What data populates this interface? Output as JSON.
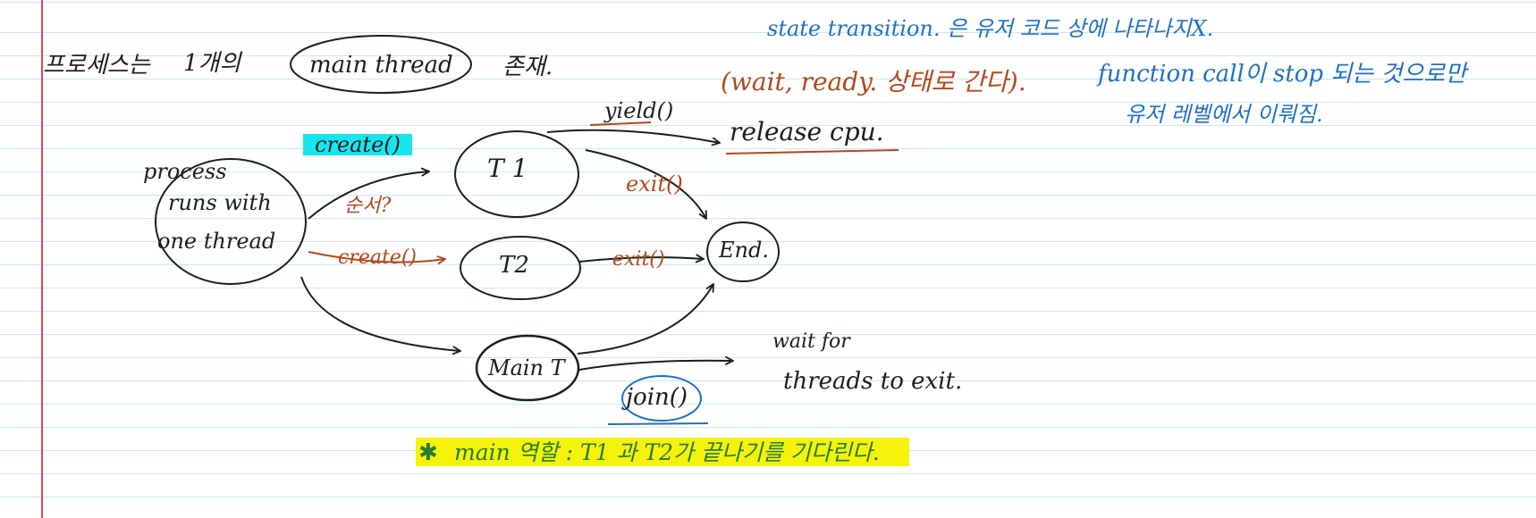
{
  "colors": {
    "ink_black": "#1d1d1d",
    "ink_orange": "#b5461a",
    "ink_blue": "#1f6fc6",
    "ink_green": "#2a7a2a",
    "highlight_cyan": "#16e6ee",
    "highlight_yellow": "#f5f30b",
    "ruled_line": "#cfe6f1",
    "margin_line": "#e0474c"
  },
  "header": {
    "prefix_text": "프로세스는",
    "count_text": "1개의",
    "main_thread_text": "main thread",
    "suffix_text": "존재."
  },
  "nodes": {
    "process": [
      "process",
      "runs with",
      "one thread"
    ],
    "t1": "T 1",
    "t2": "T2",
    "end": "End.",
    "main": "Main T"
  },
  "edges": {
    "create_top": "create()",
    "create_bottom": "create()",
    "order_question": "순서?",
    "yield": "yield()",
    "release": "release cpu.",
    "exit_t1": "exit()",
    "exit_t2": "exit()",
    "wait_line1": "wait for",
    "wait_line2": "threads to exit.",
    "join": "join()"
  },
  "notes_orange": "(wait, ready. 상태로 간다).",
  "notes_blue": {
    "line1": "state transition. 은 유저 코드 상에 나타나지X.",
    "line2": "function call이 stop 되는 것으로만",
    "line3": "유저 레벨에서 이뤄짐."
  },
  "footnote": {
    "star": "✱",
    "text": "main 역할 : T1 과 T2가 끝나기를 기다린다."
  }
}
